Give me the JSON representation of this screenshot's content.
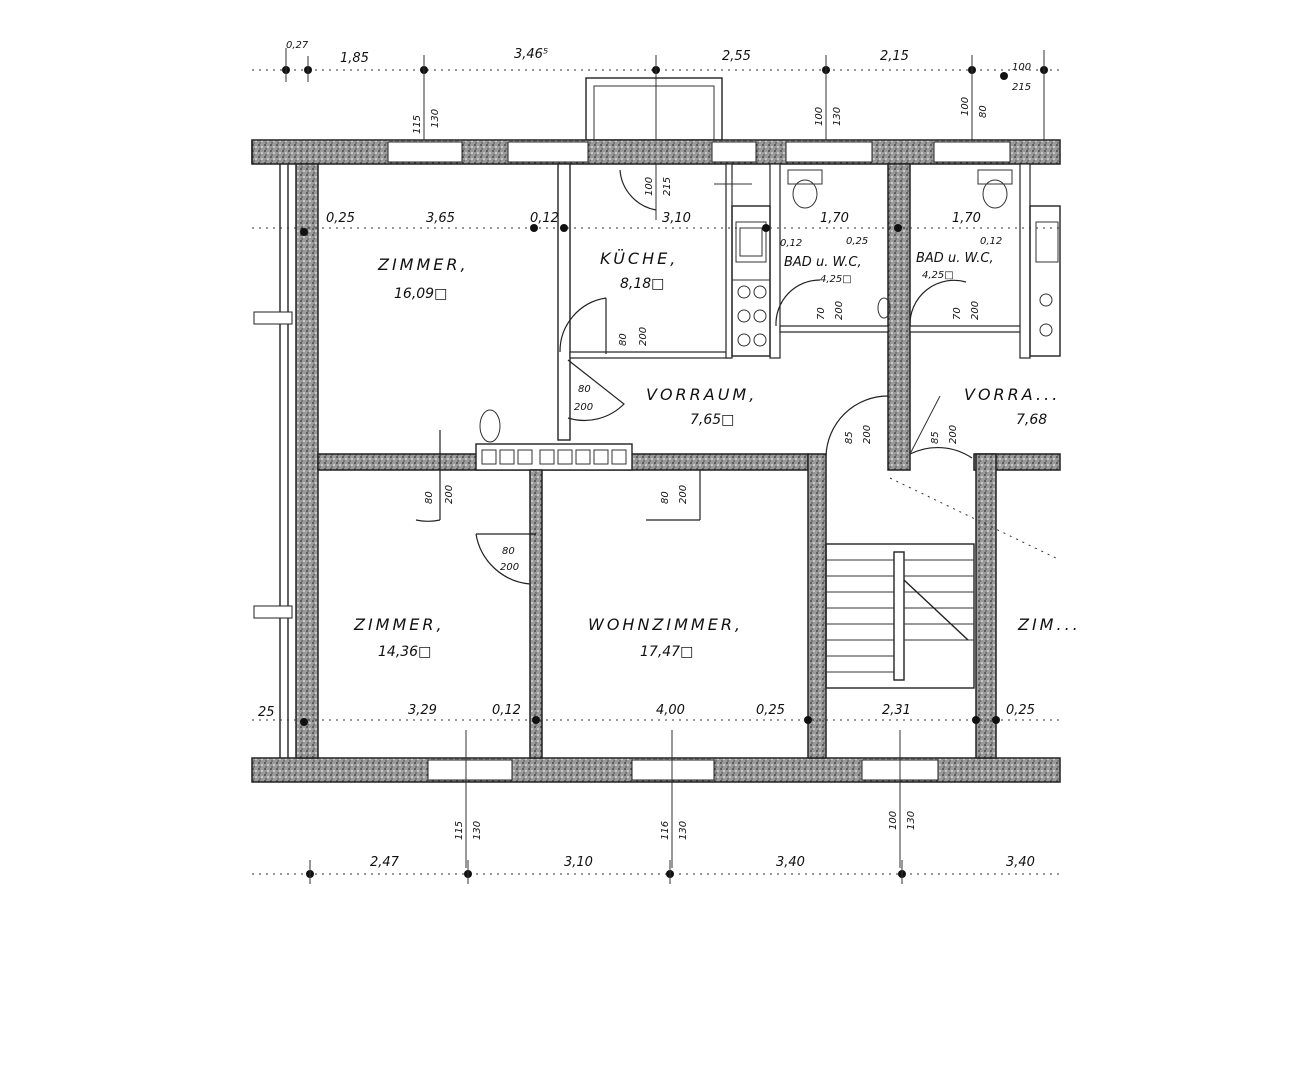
{
  "top_dimensions": [
    "1,85",
    "3,46⁵",
    "2,55",
    "2,15"
  ],
  "top_corner": [
    "0,27",
    "100",
    "215"
  ],
  "bottom_dimensions": [
    "2,47",
    "3,10",
    "3,40",
    "3,40"
  ],
  "window_top": [
    {
      "a": "115",
      "b": "130"
    },
    {
      "a": "100",
      "b": "215"
    },
    {
      "a": "100",
      "b": "130"
    },
    {
      "a": "100",
      "b": "80"
    }
  ],
  "window_bottom": [
    {
      "a": "115",
      "b": "130"
    },
    {
      "a": "116",
      "b": "130"
    },
    {
      "a": "100",
      "b": "130"
    }
  ],
  "row1_dims": [
    "0,25",
    "3,65",
    "0,12",
    "3,10",
    "1,70",
    "1,70",
    "0,12",
    "0,25",
    "0,12"
  ],
  "row2_dims": [
    "25",
    "3,29",
    "0,12",
    "4,00",
    "0,25",
    "2,31",
    "0,25"
  ],
  "rooms": {
    "zimmer1": {
      "name": "ZIMMER,",
      "area": "16,09□"
    },
    "kueche": {
      "name": "KÜCHE,",
      "area": "8,18□"
    },
    "bad1": {
      "name": "BAD u. W.C,",
      "area": "4,25□"
    },
    "bad2": {
      "name": "BAD u. W.C,",
      "area": "4,25□"
    },
    "vorraum1": {
      "name": "VORRAUM,",
      "area": "7,65□"
    },
    "vorraum2": {
      "name": "VORRA...",
      "area": "7,68"
    },
    "zimmer2": {
      "name": "ZIMMER,",
      "area": "14,36□"
    },
    "wohnzimmer": {
      "name": "WOHNZIMMER,",
      "area": "17,47□"
    },
    "zimmer3": {
      "name": "ZIM..."
    }
  },
  "doors": [
    {
      "a": "80",
      "b": "200"
    },
    {
      "a": "80",
      "b": "200"
    },
    {
      "a": "80",
      "b": "200"
    },
    {
      "a": "80",
      "b": "200"
    },
    {
      "a": "80",
      "b": "200"
    },
    {
      "a": "70",
      "b": "200"
    },
    {
      "a": "70",
      "b": "200"
    },
    {
      "a": "85",
      "b": "200"
    },
    {
      "a": "85",
      "b": "200"
    }
  ]
}
